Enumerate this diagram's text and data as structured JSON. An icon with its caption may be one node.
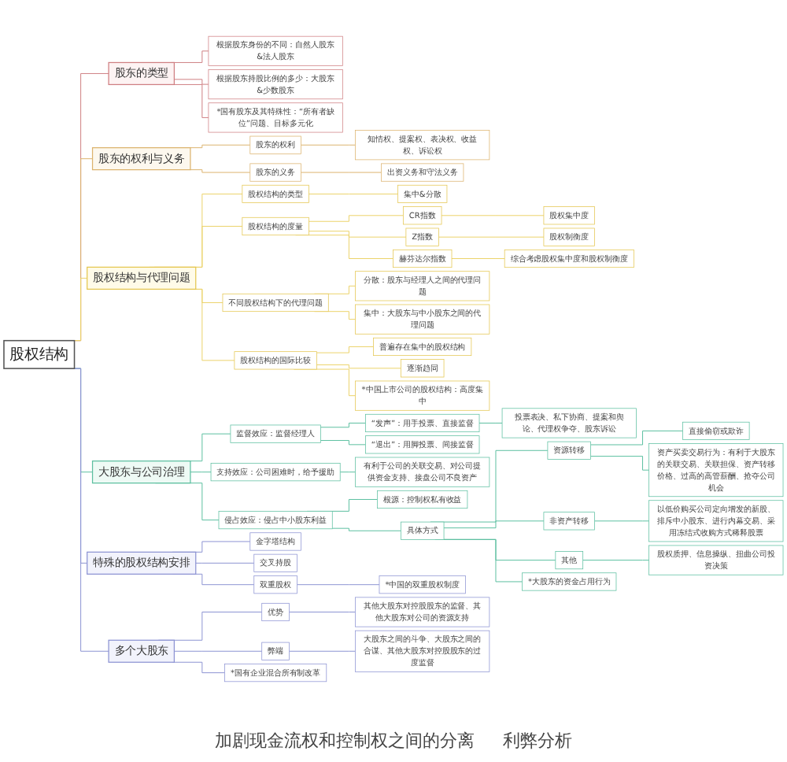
{
  "diagram": {
    "nodes": [
      {
        "text": [
          "股权结构"
        ]
      },
      {
        "text": [
          "股东的类型"
        ]
      },
      {
        "text": [
          "根据股东身份的不同：自然人股东&法人股东"
        ]
      },
      {
        "text": [
          "根据股东持股比例的多少：大股东&少数股东"
        ]
      },
      {
        "text": [
          "*国有股东及其特殊性：“所有者缺位”问题、目标多元化"
        ]
      },
      {
        "text": [
          "股东的权利与义务"
        ]
      },
      {
        "text": [
          "股东的权利"
        ]
      },
      {
        "text": [
          "知情权、提案权、表决权、收益权、诉讼权"
        ]
      },
      {
        "text": [
          "股东的义务"
        ]
      },
      {
        "text": [
          "出资义务和守法义务"
        ]
      },
      {
        "text": [
          "股权结构与代理问题"
        ]
      },
      {
        "text": [
          "股权结构的类型"
        ]
      },
      {
        "text": [
          "集中&分散"
        ]
      },
      {
        "text": [
          "股权结构的度量"
        ]
      },
      {
        "text": [
          "CR指数"
        ]
      },
      {
        "text": [
          "股权集中度"
        ]
      },
      {
        "text": [
          "Z指数"
        ]
      },
      {
        "text": [
          "股权制衡度"
        ]
      },
      {
        "text": [
          "赫芬达尔指数"
        ]
      },
      {
        "text": [
          "综合考虑股权集中度和股权制衡度"
        ]
      },
      {
        "text": [
          "不同股权结构下的代理问题"
        ]
      },
      {
        "text": [
          "分散：股东与经理人之间的代理问题"
        ]
      },
      {
        "text": [
          "集中：大股东与中小股东之间的代理问题"
        ]
      },
      {
        "text": [
          "股权结构的国际比较"
        ]
      },
      {
        "text": [
          "普遍存在集中的股权结构"
        ]
      },
      {
        "text": [
          "逐渐趋同"
        ]
      },
      {
        "text": [
          "*中国上市公司的股权结构：高度集中"
        ]
      },
      {
        "text": [
          "大股东与公司治理"
        ]
      },
      {
        "text": [
          "监督效应：监督经理人"
        ]
      },
      {
        "text": [
          "“发声”：用手投票、直接监督"
        ]
      },
      {
        "text": [
          "投票表决、私下协商、提案和舆论、代理权争夺、股东诉讼"
        ]
      },
      {
        "text": [
          "“退出”：用脚投票、间接监督"
        ]
      },
      {
        "text": [
          "支持效应：公司困难时，给予援助"
        ]
      },
      {
        "text": [
          "有利于公司的关联交易、对公司提供资金支持、接盘公司不良资产"
        ]
      },
      {
        "text": [
          "侵占效应：侵占中小股东利益"
        ]
      },
      {
        "text": [
          "根源：控制权私有收益"
        ]
      },
      {
        "text": [
          "具体方式"
        ]
      },
      {
        "text": [
          "资源转移"
        ]
      },
      {
        "text": [
          "直接偷窃或欺诈"
        ]
      },
      {
        "text": [
          "资产买卖交易行为：有利于大股东的关联交易、关联担保、资产转移价格、过高的高管薪酬、抢夺公司机会"
        ]
      },
      {
        "text": [
          "非资产转移"
        ]
      },
      {
        "text": [
          "以低价购买公司定向增发的新股、排斥中小股东、进行内幕交易、采用冻结式收购方式稀释股票"
        ]
      },
      {
        "text": [
          "其他"
        ]
      },
      {
        "text": [
          "股权质押、信息操纵、扭曲公司投资决策"
        ]
      },
      {
        "text": [
          "*大股东的资金占用行为"
        ]
      },
      {
        "text": [
          "特殊的股权结构安排"
        ]
      },
      {
        "text": [
          "金字塔结构"
        ]
      },
      {
        "text": [
          "交叉持股"
        ]
      },
      {
        "text": [
          "双重股权"
        ]
      },
      {
        "text": [
          "*中国的双重股权制度"
        ]
      },
      {
        "text": [
          "多个大股东"
        ]
      },
      {
        "text": [
          "优势"
        ]
      },
      {
        "text": [
          "其他大股东对控股股东的监督、其他大股东对公司的资源支持"
        ]
      },
      {
        "text": [
          "弊端"
        ]
      },
      {
        "text": [
          "大股东之间的斗争、大股东之间的合谋、其他大股东对控股股东的过度监督"
        ]
      },
      {
        "text": [
          "*国有企业混合所有制改革"
        ]
      }
    ],
    "edges": [
      {
        "from": 0,
        "to": 1,
        "arrow": "none",
        "color": "#cf7f82"
      },
      {
        "from": 1,
        "to": 2,
        "arrow": "none",
        "color": "#cf7f82"
      },
      {
        "from": 1,
        "to": 3,
        "arrow": "none",
        "color": "#cf7f82"
      },
      {
        "from": 1,
        "to": 4,
        "arrow": "none",
        "color": "#cf7f82"
      },
      {
        "from": 0,
        "to": 5,
        "arrow": "none",
        "color": "#dcb36e"
      },
      {
        "from": 5,
        "to": 6,
        "arrow": "none",
        "color": "#dcb36e"
      },
      {
        "from": 6,
        "to": 7,
        "arrow": "none",
        "color": "#dcb36e"
      },
      {
        "from": 5,
        "to": 8,
        "arrow": "none",
        "color": "#dcb36e"
      },
      {
        "from": 8,
        "to": 9,
        "arrow": "none",
        "color": "#dcb36e"
      },
      {
        "from": 0,
        "to": 10,
        "arrow": "none",
        "color": "#ecd36a"
      },
      {
        "from": 10,
        "to": 11,
        "arrow": "none",
        "color": "#ecd36a"
      },
      {
        "from": 11,
        "to": 12,
        "arrow": "none",
        "color": "#ecd36a"
      },
      {
        "from": 10,
        "to": 13,
        "arrow": "none",
        "color": "#ecd36a"
      },
      {
        "from": 13,
        "to": 14,
        "arrow": "none",
        "color": "#ecd36a"
      },
      {
        "from": 14,
        "to": 15,
        "arrow": "none",
        "color": "#ecd36a"
      },
      {
        "from": 13,
        "to": 16,
        "arrow": "none",
        "color": "#ecd36a"
      },
      {
        "from": 16,
        "to": 17,
        "arrow": "none",
        "color": "#ecd36a"
      },
      {
        "from": 13,
        "to": 18,
        "arrow": "none",
        "color": "#ecd36a"
      },
      {
        "from": 18,
        "to": 19,
        "arrow": "none",
        "color": "#ecd36a"
      },
      {
        "from": 10,
        "to": 20,
        "arrow": "none",
        "color": "#ecd36a"
      },
      {
        "from": 20,
        "to": 21,
        "arrow": "none",
        "color": "#ecd36a"
      },
      {
        "from": 20,
        "to": 22,
        "arrow": "none",
        "color": "#ecd36a"
      },
      {
        "from": 10,
        "to": 23,
        "arrow": "none",
        "color": "#ecd36a"
      },
      {
        "from": 23,
        "to": 24,
        "arrow": "none",
        "color": "#ecd36a"
      },
      {
        "from": 23,
        "to": 25,
        "arrow": "none",
        "color": "#ecd36a"
      },
      {
        "from": 23,
        "to": 26,
        "arrow": "none",
        "color": "#ecd36a"
      },
      {
        "from": 0,
        "to": 27,
        "arrow": "none",
        "color": "#5cbfa0"
      },
      {
        "from": 27,
        "to": 28,
        "arrow": "none",
        "color": "#5cbfa0"
      },
      {
        "from": 28,
        "to": 29,
        "arrow": "none",
        "color": "#5cbfa0"
      },
      {
        "from": 29,
        "to": 30,
        "arrow": "none",
        "color": "#5cbfa0"
      },
      {
        "from": 28,
        "to": 31,
        "arrow": "none",
        "color": "#5cbfa0"
      },
      {
        "from": 27,
        "to": 32,
        "arrow": "none",
        "color": "#5cbfa0"
      },
      {
        "from": 32,
        "to": 33,
        "arrow": "none",
        "color": "#5cbfa0"
      },
      {
        "from": 27,
        "to": 34,
        "arrow": "none",
        "color": "#5cbfa0"
      },
      {
        "from": 34,
        "to": 35,
        "arrow": "none",
        "color": "#5cbfa0"
      },
      {
        "from": 34,
        "to": 36,
        "arrow": "none",
        "color": "#5cbfa0"
      },
      {
        "from": 36,
        "to": 37,
        "arrow": "none",
        "color": "#5cbfa0"
      },
      {
        "from": 37,
        "to": 38,
        "arrow": "none",
        "color": "#5cbfa0"
      },
      {
        "from": 37,
        "to": 39,
        "arrow": "none",
        "color": "#5cbfa0"
      },
      {
        "from": 36,
        "to": 40,
        "arrow": "none",
        "color": "#5cbfa0"
      },
      {
        "from": 40,
        "to": 41,
        "arrow": "none",
        "color": "#5cbfa0"
      },
      {
        "from": 36,
        "to": 42,
        "arrow": "none",
        "color": "#5cbfa0"
      },
      {
        "from": 42,
        "to": 43,
        "arrow": "none",
        "color": "#5cbfa0"
      },
      {
        "from": 36,
        "to": 44,
        "arrow": "none",
        "color": "#5cbfa0"
      },
      {
        "from": 0,
        "to": 45,
        "arrow": "none",
        "color": "#8c93d3"
      },
      {
        "from": 45,
        "to": 46,
        "arrow": "none",
        "color": "#8c93d3"
      },
      {
        "from": 45,
        "to": 47,
        "arrow": "none",
        "color": "#8c93d3"
      },
      {
        "from": 45,
        "to": 48,
        "arrow": "none",
        "color": "#8c93d3"
      },
      {
        "from": 48,
        "to": 49,
        "arrow": "none",
        "color": "#8c93d3"
      },
      {
        "from": 0,
        "to": 50,
        "arrow": "none",
        "color": "#8c93d3"
      },
      {
        "from": 50,
        "to": 51,
        "arrow": "none",
        "color": "#8c93d3"
      },
      {
        "from": 51,
        "to": 52,
        "arrow": "none",
        "color": "#8c93d3"
      },
      {
        "from": 50,
        "to": 53,
        "arrow": "none",
        "color": "#8c93d3"
      },
      {
        "from": 53,
        "to": 54,
        "arrow": "none",
        "color": "#8c93d3"
      },
      {
        "from": 50,
        "to": 55,
        "arrow": "none",
        "color": "#8c93d3"
      }
    ],
    "labels": [
      "加剧现金流权和控制权之间的分离",
      "利弊分析"
    ]
  }
}
